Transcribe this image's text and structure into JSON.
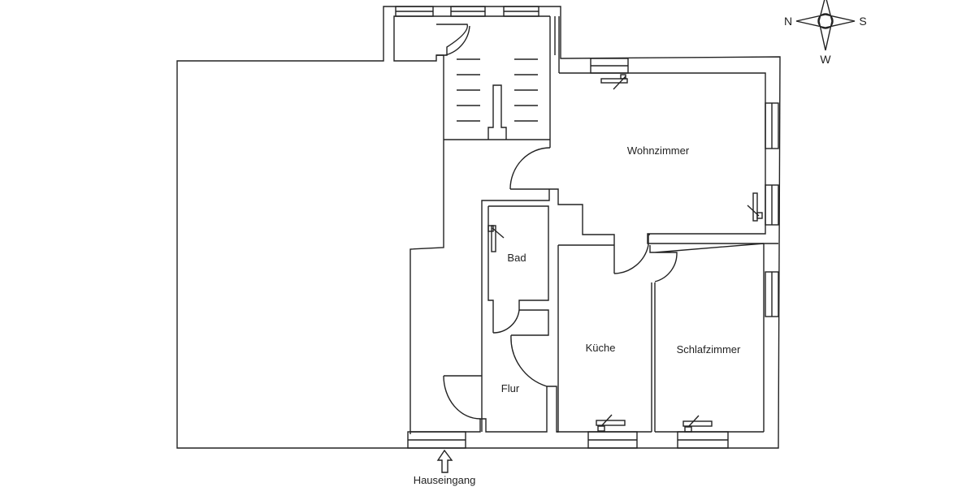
{
  "rooms": {
    "wohnzimmer": "Wohnzimmer",
    "bad": "Bad",
    "kueche": "Küche",
    "schlafzimmer": "Schlafzimmer",
    "flur": "Flur"
  },
  "entrance_label": "Hauseingang",
  "compass": {
    "north": "N",
    "south": "S",
    "west": "W"
  },
  "colors": {
    "line": "#222222",
    "background": "#ffffff"
  }
}
